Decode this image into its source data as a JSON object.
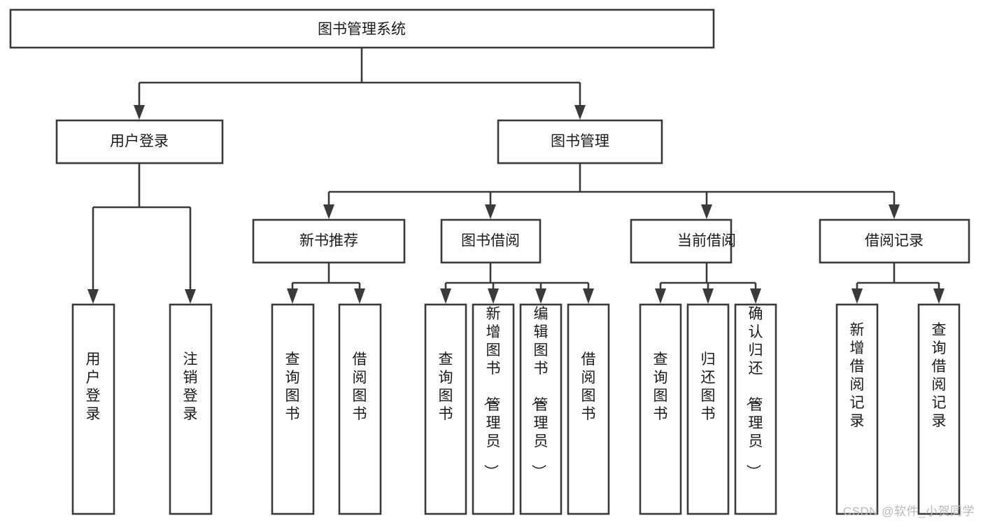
{
  "diagram": {
    "type": "tree",
    "title": "图书管理系统",
    "orientation": "top-down",
    "colors": {
      "box_fill": "#ffffff",
      "box_stroke": "#3a3a3a",
      "text": "#1a1a1a",
      "watermark": "#b9b9b9",
      "background": "#ffffff"
    },
    "nodes": {
      "root": {
        "label": "图书管理系统"
      },
      "level2": [
        {
          "id": "user-login",
          "label": "用户登录"
        },
        {
          "id": "book-management",
          "label": "图书管理"
        }
      ],
      "level3": [
        {
          "id": "new-book-recommend",
          "label": "新书推荐",
          "parent": "book-management"
        },
        {
          "id": "book-borrow",
          "label": "图书借阅",
          "parent": "book-management"
        },
        {
          "id": "current-borrow",
          "label": "当前借阅",
          "parent": "book-management"
        },
        {
          "id": "borrow-record",
          "label": "借阅记录",
          "parent": "book-management"
        }
      ],
      "leaves": {
        "user-login": [
          {
            "id": "leaf-user-login",
            "label": "用户登录"
          },
          {
            "id": "leaf-logout",
            "label": "注销登录"
          }
        ],
        "new-book-recommend": [
          {
            "id": "leaf-query-book-1",
            "label": "查询图书"
          },
          {
            "id": "leaf-borrow-book-1",
            "label": "借阅图书"
          }
        ],
        "book-borrow": [
          {
            "id": "leaf-query-book-2",
            "label": "查询图书"
          },
          {
            "id": "leaf-add-book",
            "label": "新增图书（管理员）"
          },
          {
            "id": "leaf-edit-book",
            "label": "编辑图书（管理员）"
          },
          {
            "id": "leaf-borrow-book-2",
            "label": "借阅图书"
          }
        ],
        "current-borrow": [
          {
            "id": "leaf-query-book-3",
            "label": "查询图书"
          },
          {
            "id": "leaf-return-book",
            "label": "归还图书"
          },
          {
            "id": "leaf-confirm-return",
            "label": "确认归还（管理员）"
          }
        ],
        "borrow-record": [
          {
            "id": "leaf-add-record",
            "label": "新增借阅记录"
          },
          {
            "id": "leaf-query-record",
            "label": "查询借阅记录"
          }
        ]
      }
    },
    "watermark": "CSDN @软件_小贺同学"
  }
}
